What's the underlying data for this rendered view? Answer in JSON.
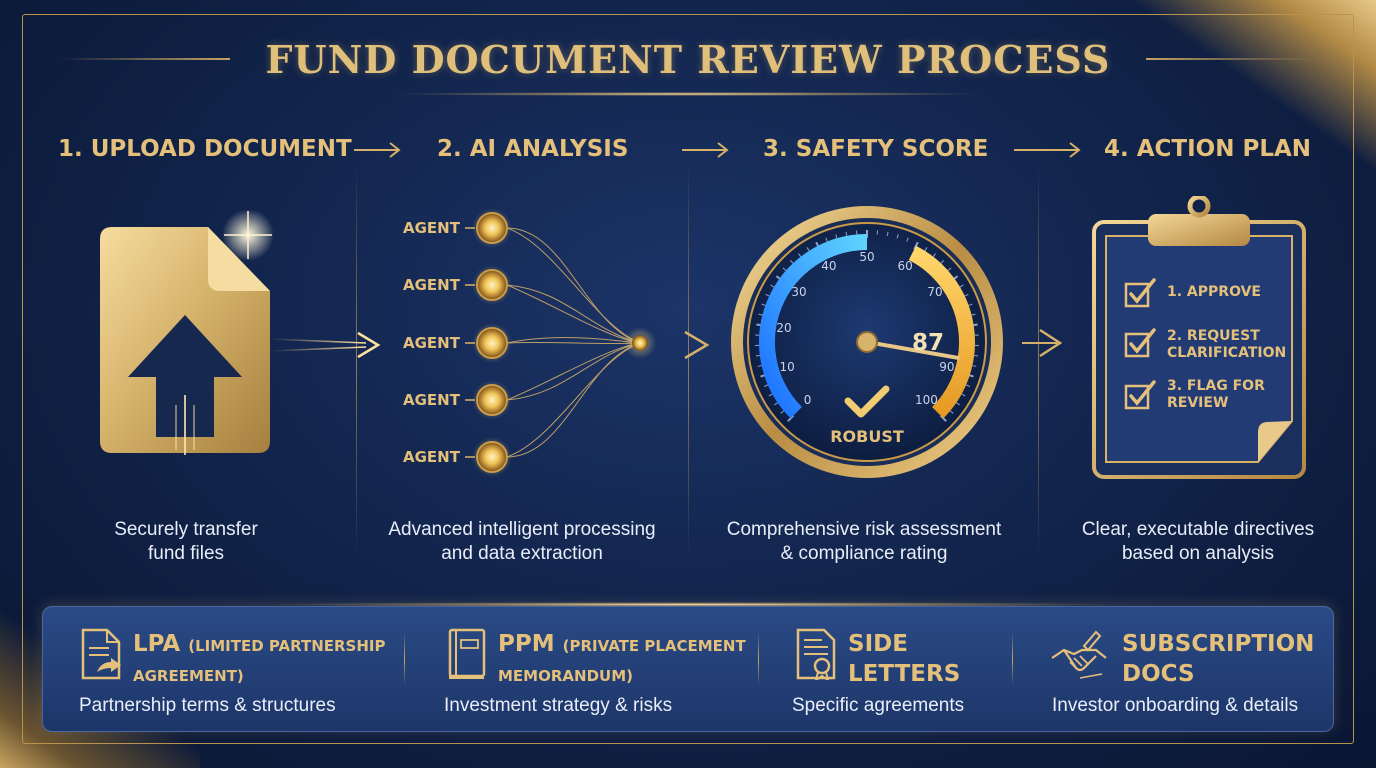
{
  "title": "FUND DOCUMENT REVIEW PROCESS",
  "steps": [
    {
      "label": "1. UPLOAD DOCUMENT",
      "desc_line1": "Securely transfer",
      "desc_line2": "fund files"
    },
    {
      "label": "2. AI ANALYSIS",
      "desc_line1": "Advanced intelligent processing",
      "desc_line2": "and data extraction"
    },
    {
      "label": "3. SAFETY SCORE",
      "desc_line1": "Comprehensive risk assessment",
      "desc_line2": "& compliance rating"
    },
    {
      "label": "4. ACTION PLAN",
      "desc_line1": "Clear, executable directives",
      "desc_line2": "based on analysis"
    }
  ],
  "agents": [
    "AGENT",
    "AGENT",
    "AGENT",
    "AGENT",
    "AGENT"
  ],
  "gauge": {
    "ticks": [
      "0",
      "10",
      "20",
      "30",
      "40",
      "50",
      "60",
      "70",
      "90",
      "100"
    ],
    "value": 87,
    "value_text": "87",
    "rating": "ROBUST"
  },
  "actions": [
    "1. APPROVE",
    "2. REQUEST CLARIFICATION",
    "3. FLAG FOR REVIEW"
  ],
  "actions_lines": [
    [
      "1. APPROVE"
    ],
    [
      "2. REQUEST",
      "CLARIFICATION"
    ],
    [
      "3. FLAG FOR",
      "REVIEW"
    ]
  ],
  "documents": [
    {
      "title": "LPA",
      "title_sub": "(LIMITED PARTNERSHIP",
      "title_line2": "AGREEMENT)",
      "desc": "Partnership terms & structures"
    },
    {
      "title": "PPM",
      "title_sub": "(PRIVATE PLACEMENT",
      "title_line2": "MEMORANDUM)",
      "desc": "Investment strategy & risks"
    },
    {
      "title": "SIDE",
      "title_sub": "",
      "title_line2": "LETTERS",
      "desc": "Specific agreements"
    },
    {
      "title": "SUBSCRIPTION",
      "title_sub": "",
      "title_line2": "DOCS",
      "desc": "Investor onboarding & details"
    }
  ],
  "colors": {
    "gold": "#e4c07a",
    "navy": "#12254d",
    "blue_arc": "#3aa0ff",
    "amber_arc": "#f3b33d"
  }
}
